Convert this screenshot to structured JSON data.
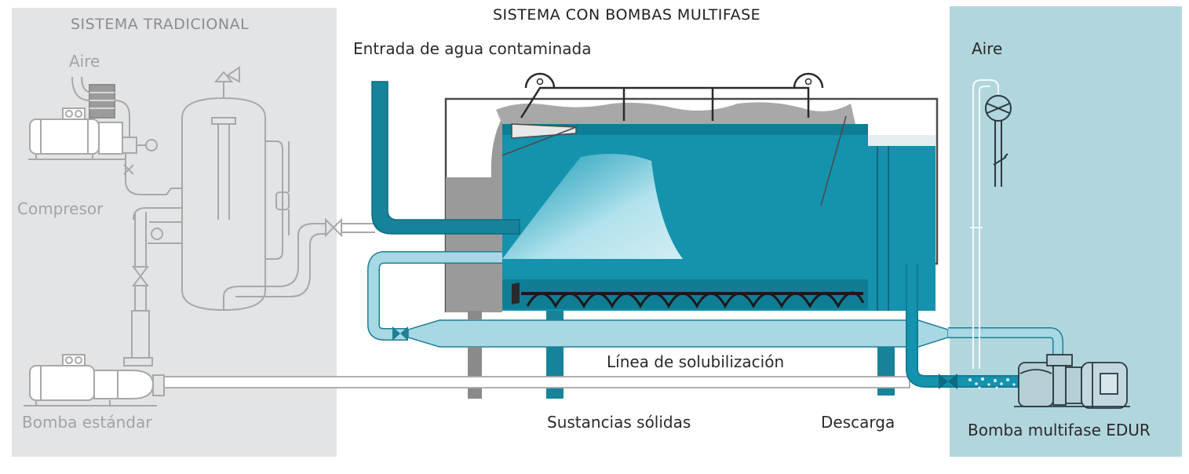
{
  "titles": {
    "main": "SISTEMA CON BOMBAS MULTIFASE",
    "traditional": "SISTEMA TRADICIONAL"
  },
  "labels": {
    "air_left": "Aire",
    "compressor": "Compresor",
    "standard_pump": "Bomba estándar",
    "inlet": "Entrada de agua contaminada",
    "solubilization_line": "Línea de solubilización",
    "solids": "Sustancias sólidas",
    "discharge": "Descarga",
    "air_right": "Aire",
    "multiphase_pump": "Bomba multifase EDUR"
  },
  "colors": {
    "left_panel": "#e3e4e6",
    "right_panel": "#b2d6de",
    "water": "#1592ad",
    "pipe_dark": "#17839b",
    "pipe_light": "#9fd4e0",
    "gray_equipment": "#9a9a9a"
  }
}
